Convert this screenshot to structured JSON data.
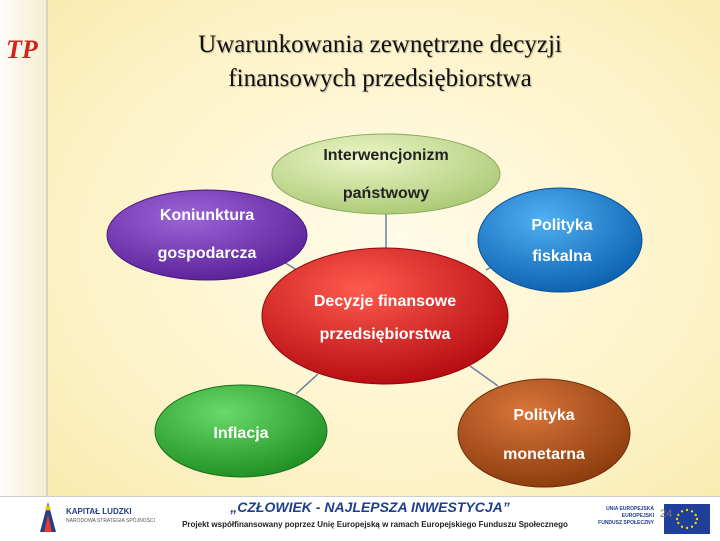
{
  "title": {
    "line1": "Uwarunkowania  zewnętrzne  decyzji",
    "line2": "finansowych  przedsiębiorstwa"
  },
  "logo": {
    "icon": "tp-logo-icon",
    "text": "TP",
    "color": "#d0261d"
  },
  "diagram": {
    "center": {
      "line1": "Decyzje finansowe",
      "line2": "przedsiębiorstwa",
      "color": "#d0191e"
    },
    "nodes": [
      {
        "id": "interwencjonizm",
        "line1": "Interwencjonizm",
        "line2": "państwowy",
        "color": "#c9dc8f",
        "text_color": "#222222"
      },
      {
        "id": "koniunktura",
        "line1": "Koniunktura",
        "line2": "gospodarcza",
        "color": "#7a3fb5",
        "text_color": "#ffffff"
      },
      {
        "id": "fiskalna",
        "line1": "Polityka",
        "line2": "fiskalna",
        "color": "#1c7fd0",
        "text_color": "#ffffff"
      },
      {
        "id": "inflacja",
        "line1": "Inflacja",
        "line2": "",
        "color": "#3cb43c",
        "text_color": "#ffffff"
      },
      {
        "id": "monetarna",
        "line1": "Polityka",
        "line2": "monetarna",
        "color": "#b6521a",
        "text_color": "#ffffff"
      }
    ]
  },
  "footer": {
    "kapital_name": "KAPITAŁ LUDZKI",
    "kapital_sub": "NARODOWA STRATEGIA SPÓJNOŚCI",
    "slogan": "„CZŁOWIEK  -  NAJLEPSZA  INWESTYCJA”",
    "project": "Projekt współfinansowany poprzez Unię Europejską w ramach Europejskiego Funduszu Społecznego",
    "eu_line1": "UNIA EUROPEJSKA",
    "eu_line2": "EUROPEJSKI",
    "eu_line3": "FUNDUSZ SPOŁECZNY",
    "page_number": "24"
  }
}
